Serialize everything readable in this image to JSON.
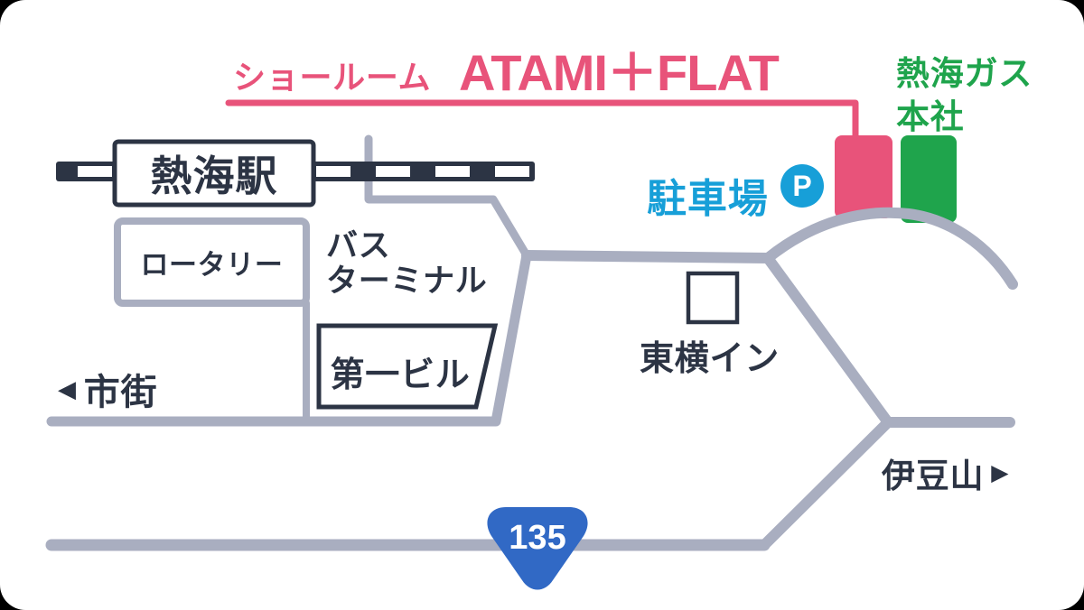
{
  "colors": {
    "pink": "#e8537a",
    "green": "#1fa44c",
    "blue": "#179fd8",
    "route_blue": "#3169c5",
    "road_gray": "#a9aec0",
    "dark_navy": "#2c3444",
    "background": "#ffffff"
  },
  "title": {
    "prefix": "ショールーム",
    "name": "ATAMI＋FLAT"
  },
  "landmarks": {
    "gas_hq": {
      "line1": "熱海ガス",
      "line2": "本社"
    },
    "parking": {
      "label": "駐車場",
      "symbol": "P"
    },
    "station": {
      "label": "熱海駅"
    },
    "rotary": {
      "label": "ロータリー"
    },
    "bus_terminal": {
      "line1": "バス",
      "line2": "ターミナル"
    },
    "daiichi_building": {
      "label": "第一ビル"
    },
    "toyoko_inn": {
      "label": "東横イン"
    }
  },
  "directions": {
    "city": {
      "arrow": "◀",
      "label": "市街"
    },
    "izusan": {
      "label": "伊豆山",
      "arrow": "▶"
    }
  },
  "route_badge": {
    "number": "135"
  }
}
